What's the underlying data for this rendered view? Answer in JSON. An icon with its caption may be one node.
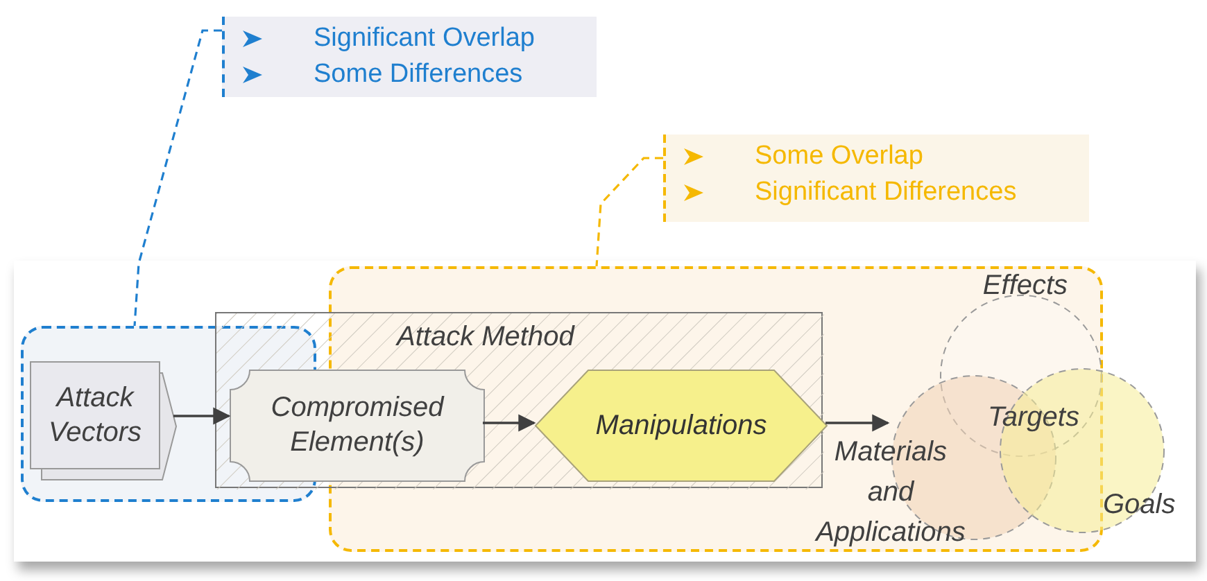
{
  "diagram": {
    "nodes": [
      {
        "text": [
          "Significant Overlap",
          "Some Differences"
        ]
      },
      {
        "text": [
          "Some Overlap",
          "Significant Differences"
        ]
      },
      {
        "text": [],
        "shape": "box"
      },
      {
        "text": [],
        "shape": "box"
      },
      {
        "text": [
          "Attack Method"
        ]
      },
      {
        "text": [
          "Attack Vectors"
        ],
        "in": 2
      },
      {
        "text": [
          "Compromised Element(s)"
        ],
        "in": 4
      },
      {
        "text": [
          "Manipulations"
        ],
        "in": 4
      },
      {
        "text": [
          "Effects"
        ],
        "in": 3
      },
      {
        "text": [
          "Materials and Applications"
        ],
        "in": 3
      },
      {
        "text": [
          "Goals"
        ]
      }
    ],
    "edges": [
      {
        "from": 0,
        "to": 2,
        "arrow": "none",
        "style": "dashed",
        "color": "#1f7fcf"
      },
      {
        "from": 1,
        "to": 3,
        "arrow": "none",
        "style": "dashed",
        "color": "#f5b800"
      },
      {
        "from": 5,
        "to": 6,
        "arrow": "to"
      },
      {
        "from": 6,
        "to": 7,
        "arrow": "to"
      },
      {
        "from": 7,
        "to": 9,
        "arrow": "to"
      }
    ],
    "labels": [
      "Targets"
    ]
  }
}
